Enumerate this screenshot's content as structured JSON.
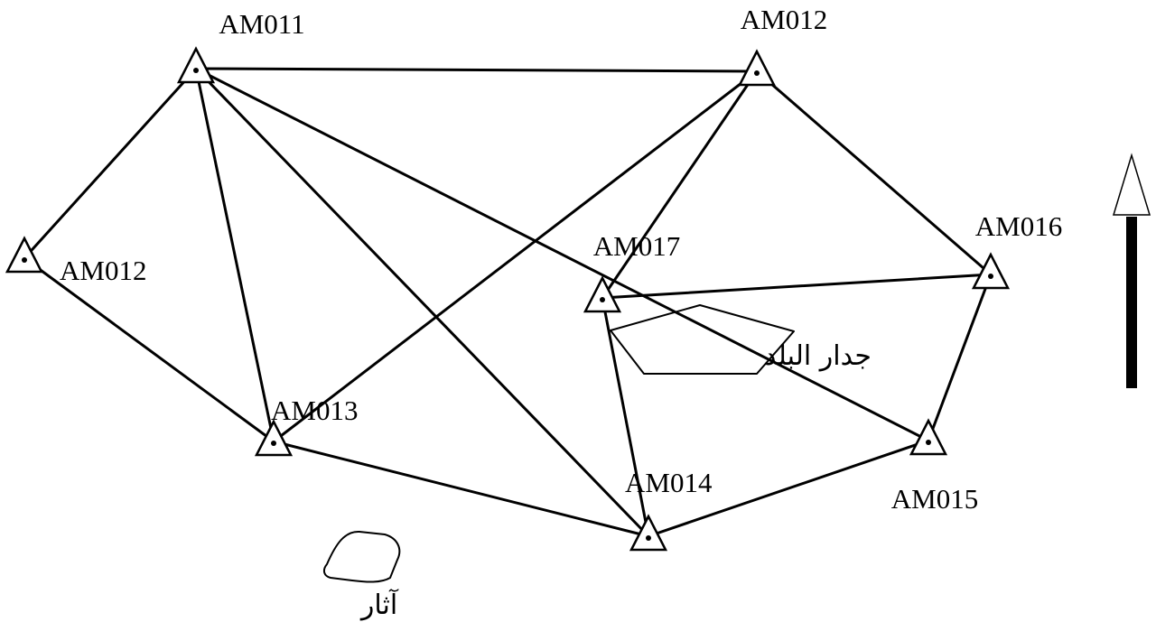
{
  "stations": [
    {
      "id": "a",
      "label": "AM011"
    },
    {
      "id": "b",
      "label": "AM012"
    },
    {
      "id": "c",
      "label": "AM012"
    },
    {
      "id": "d",
      "label": "AM013"
    },
    {
      "id": "e",
      "label": "AM014"
    },
    {
      "id": "f",
      "label": "AM015"
    },
    {
      "id": "g",
      "label": "AM016"
    },
    {
      "id": "h",
      "label": "AM017"
    }
  ],
  "edges": [
    [
      "a",
      "b"
    ],
    [
      "a",
      "c"
    ],
    [
      "a",
      "d"
    ],
    [
      "a",
      "e"
    ],
    [
      "a",
      "f"
    ],
    [
      "b",
      "h"
    ],
    [
      "b",
      "g"
    ],
    [
      "b",
      "d"
    ],
    [
      "c",
      "d"
    ],
    [
      "d",
      "e"
    ],
    [
      "e",
      "f"
    ],
    [
      "f",
      "g"
    ],
    [
      "g",
      "h"
    ],
    [
      "h",
      "e"
    ]
  ],
  "features": {
    "city_wall_label": "جدار البلد",
    "ruins_label": "آثار"
  },
  "north_arrow": {
    "icon": "north-arrow-icon"
  },
  "colors": {
    "line": "#000000",
    "background": "#ffffff"
  }
}
